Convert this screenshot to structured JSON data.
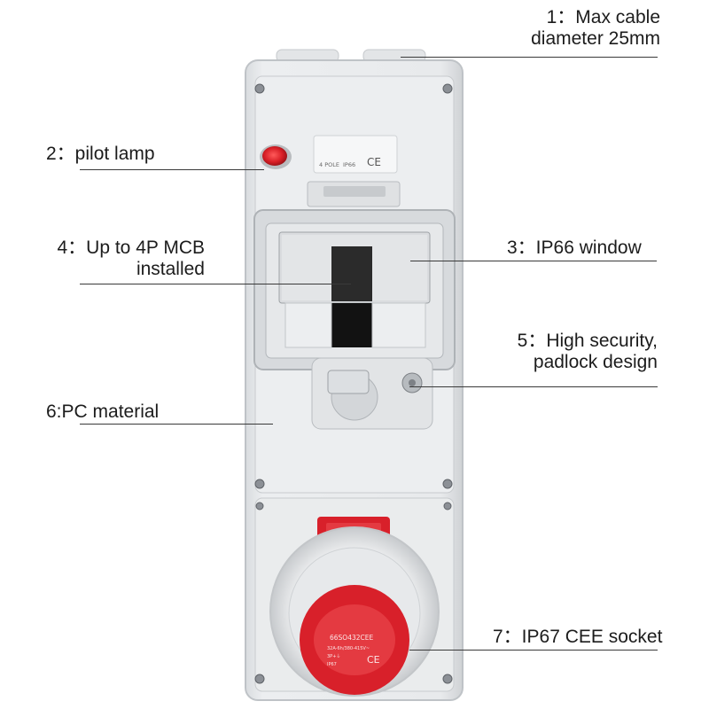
{
  "callouts": {
    "c1": {
      "line1": "1：Max cable",
      "line2": "diameter 25mm"
    },
    "c2": {
      "text": "2：pilot lamp"
    },
    "c3": {
      "text": "3：IP66 window"
    },
    "c4": {
      "line1": "4：Up to 4P MCB",
      "line2": "installed"
    },
    "c5": {
      "line1": "5：High security,",
      "line2": "padlock design"
    },
    "c6": {
      "text": "6:PC material"
    },
    "c7": {
      "text": "7：IP67 CEE socket"
    }
  },
  "product": {
    "nameplate": {
      "poles": "4 POLE",
      "rating": "IP66",
      "mark": "CE"
    },
    "socket_plate": {
      "model": "66SO432CEE",
      "spec1": "32A-6h/380-415V~",
      "spec2": "3P+⏚",
      "ip": "IP67",
      "mark": "CE"
    }
  },
  "colors": {
    "enclosure": "#e6e8ea",
    "red": "#d8202a",
    "line": "#3a3a3a"
  }
}
